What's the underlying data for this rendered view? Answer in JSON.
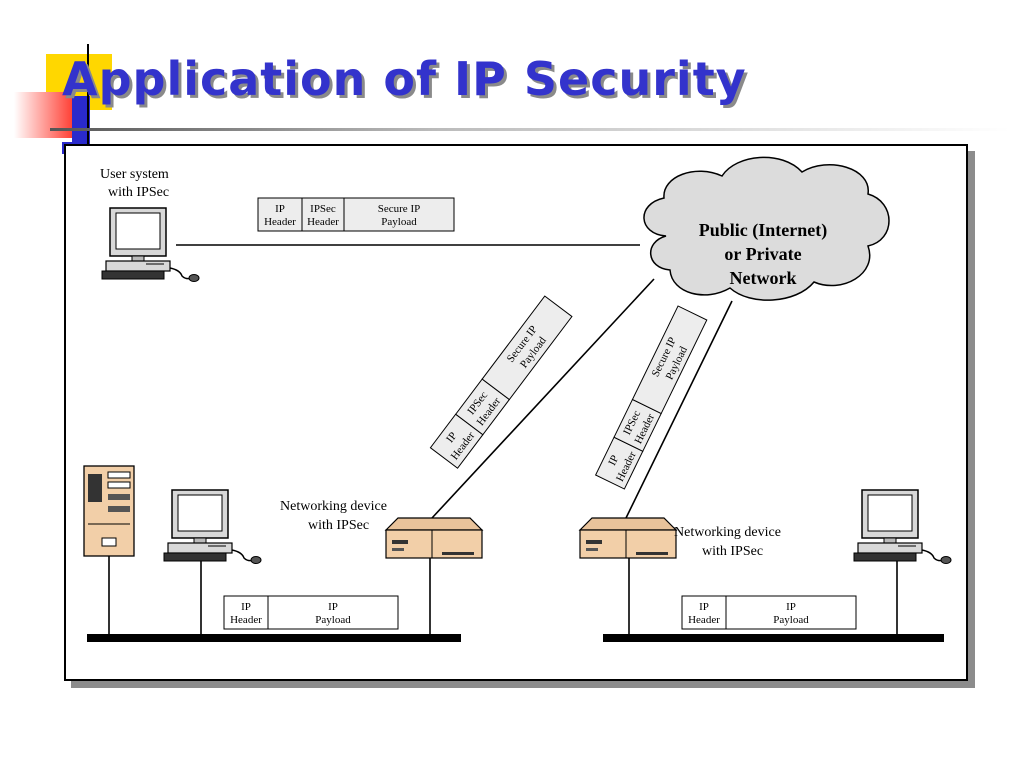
{
  "slide": {
    "title": "Application of IP Security"
  },
  "diagram": {
    "user_system": {
      "line1": "User system",
      "line2": "with IPSec"
    },
    "cloud": {
      "line1": "Public (Internet)",
      "line2": "or Private",
      "line3": "Network"
    },
    "device_left": {
      "line1": "Networking device",
      "line2": "with IPSec"
    },
    "device_right": {
      "line1": "Networking device",
      "line2": "with IPSec"
    },
    "secure_packet": {
      "ip_header": [
        "IP",
        "Header"
      ],
      "ipsec_header": [
        "IPSec",
        "Header"
      ],
      "payload": [
        "Secure IP",
        "Payload"
      ]
    },
    "plain_packet": {
      "ip_header": [
        "IP",
        "Header"
      ],
      "payload": [
        "IP",
        "Payload"
      ]
    }
  },
  "colors": {
    "title": "#3333cc",
    "title_shadow": "#8a8a8a",
    "accent_yellow": "#ffd700",
    "accent_red": "#ff3b30",
    "accent_blue": "#2a2acc",
    "device_beige": "#f2cfa8",
    "packet_gray": "#ededed",
    "cloud_gray": "#dcdcdc"
  }
}
